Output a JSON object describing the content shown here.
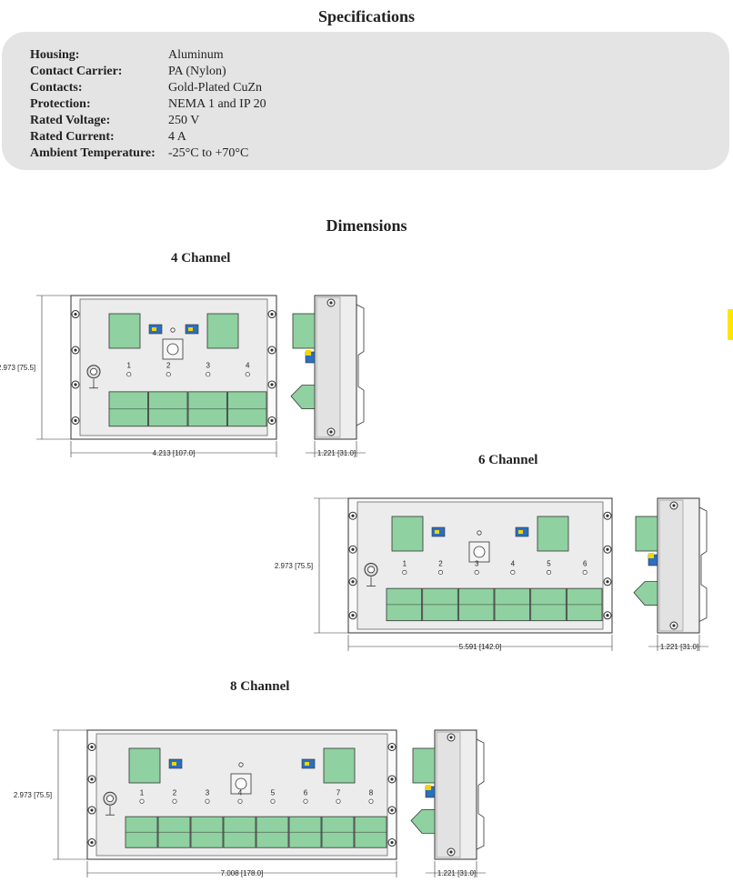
{
  "specifications": {
    "title": "Specifications",
    "rows": [
      {
        "label": "Housing:",
        "value": "Aluminum"
      },
      {
        "label": "Contact Carrier:",
        "value": "PA (Nylon)"
      },
      {
        "label": "Contacts:",
        "value": "Gold-Plated CuZn"
      },
      {
        "label": "Protection:",
        "value": "NEMA 1 and IP 20"
      },
      {
        "label": "Rated Voltage:",
        "value": "250 V"
      },
      {
        "label": "Rated Current:",
        "value": "4 A"
      },
      {
        "label": "Ambient Temperature:",
        "value": "-25°C to +70°C"
      }
    ]
  },
  "dimensions": {
    "title": "Dimensions",
    "four_channel": {
      "title": "4 Channel",
      "height_label": "2.973 [75.5]",
      "width_label": "4.213 [107.0]",
      "depth_label": "1.221 [31.0]",
      "channels": [
        "1",
        "2",
        "3",
        "4"
      ]
    },
    "six_channel": {
      "title": "6 Channel",
      "height_label": "2.973 [75.5]",
      "width_label": "5.591 [142.0]",
      "depth_label": "1.221 [31.0]",
      "channels": [
        "1",
        "2",
        "3",
        "4",
        "5",
        "6"
      ]
    },
    "eight_channel": {
      "title": "8 Channel",
      "height_label": "2.973 [75.5]",
      "width_label": "7.008 [178.0]",
      "depth_label": "1.221 [31.0]",
      "channels": [
        "1",
        "2",
        "3",
        "4",
        "5",
        "6",
        "7",
        "8"
      ]
    }
  },
  "colors": {
    "spec_bg": "#e4e4e4",
    "terminal_green": "#8fd1a0",
    "connector_blue": "#2a6fc0",
    "connector_yellow": "#f2d400",
    "housing": "#ececec"
  }
}
